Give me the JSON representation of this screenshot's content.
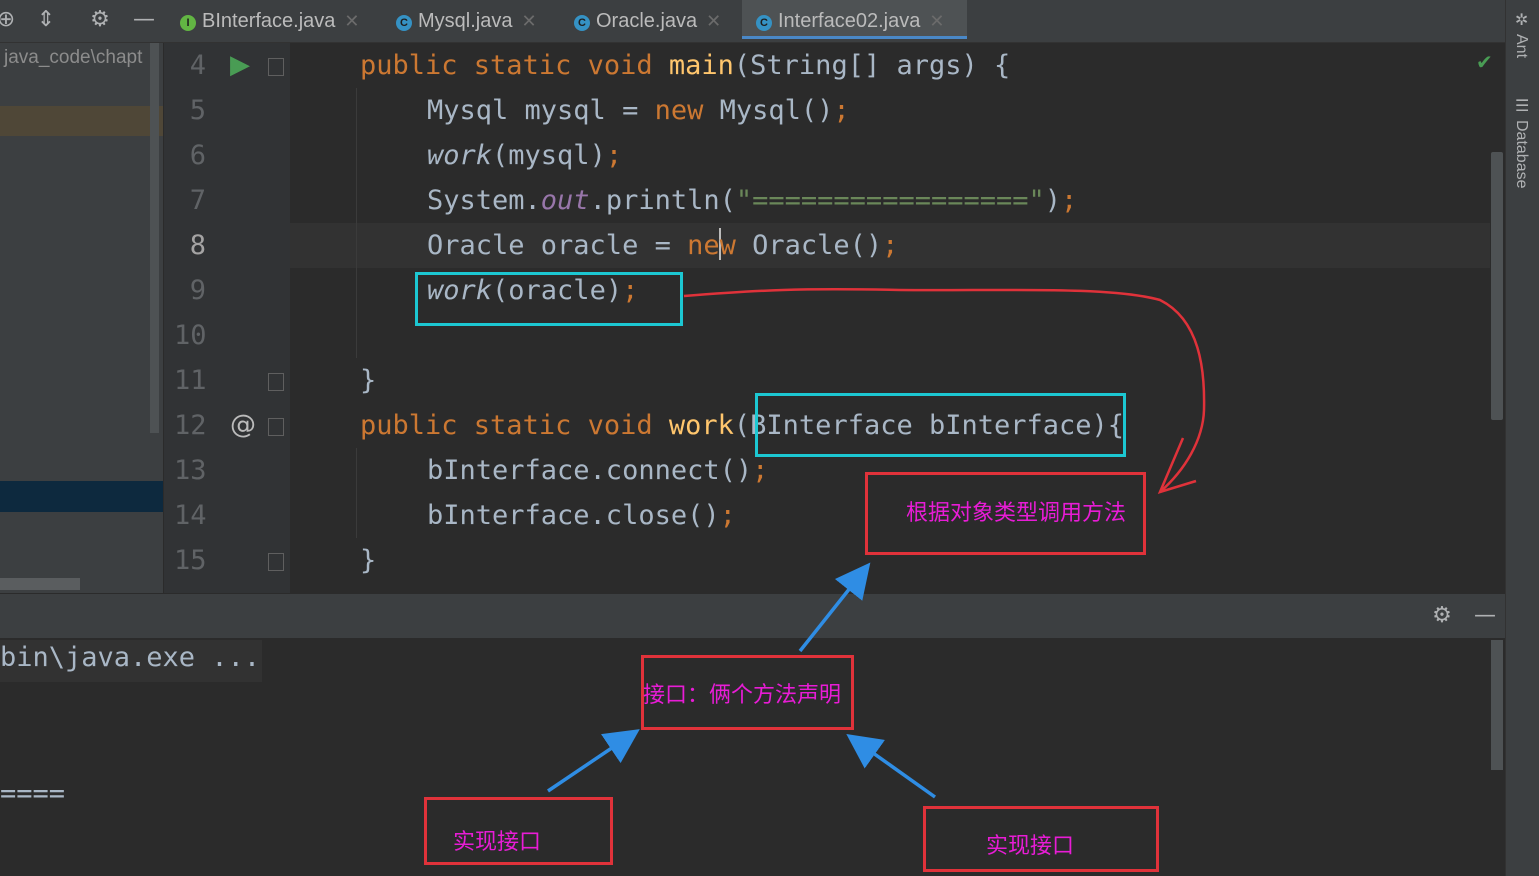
{
  "toolbar": {
    "icons": [
      "plus-circle-icon",
      "collapse-icon",
      "gear-icon",
      "minimize-icon"
    ]
  },
  "tabs": [
    {
      "label": "BInterface.java",
      "icon": "I",
      "icon_color": "#62b543",
      "active": false
    },
    {
      "label": "Mysql.java",
      "icon": "C",
      "icon_color": "#3592c4",
      "active": false
    },
    {
      "label": "Oracle.java",
      "icon": "C",
      "icon_color": "#3592c4",
      "active": false
    },
    {
      "label": "Interface02.java",
      "icon": "C",
      "icon_color": "#3592c4",
      "active": true
    }
  ],
  "project": {
    "path": "java_code\\chapt"
  },
  "gutter": {
    "line_numbers": [
      "4",
      "5",
      "6",
      "7",
      "8",
      "9",
      "10",
      "11",
      "12",
      "13",
      "14",
      "15"
    ],
    "run_marker": "▶",
    "override_marker": "@"
  },
  "code": {
    "l4": {
      "kw1": "public ",
      "kw2": "static ",
      "kw3": "void ",
      "fn": "main",
      "rest": "(String[] args) {"
    },
    "l5": {
      "a": "Mysql mysql = ",
      "kw": "new ",
      "b": "Mysql()",
      "semi": ";"
    },
    "l6": {
      "call": "work",
      "args": "(mysql)",
      "semi": ";"
    },
    "l7": {
      "a": "System.",
      "field": "out",
      "b": ".println(",
      "str": "\"=================\"",
      "c": ")",
      "semi": ";"
    },
    "l8": {
      "a": "Oracle oracle = ",
      "kw_a": "ne",
      "kw_b": "w ",
      "b": "Oracle()",
      "semi": ";"
    },
    "l9": {
      "call": "work",
      "args": "(oracle)",
      "semi": ";"
    },
    "l11": "}",
    "l12": {
      "kw1": "public ",
      "kw2": "static ",
      "kw3": "void ",
      "fn": "work",
      "rest": "(BInterface bInterface){"
    },
    "l13": {
      "a": "bInterface.connect()",
      "semi": ";"
    },
    "l14": {
      "a": "bInterface.close()",
      "semi": ";"
    },
    "l15": "}"
  },
  "run": {
    "header_icons": [
      "gear-icon",
      "minimize-icon"
    ],
    "console_lines": [
      "bin\\java.exe ...",
      "===="
    ]
  },
  "right_strip": {
    "ant": "Ant",
    "database": "Database"
  },
  "annotations": {
    "call_by_type": "根据对象类型调用方法",
    "interface_decl": "接口：俩个方法声明",
    "impl_left": "实现接口",
    "impl_right": "实现接口"
  },
  "colors": {
    "keyword": "#cc7832",
    "function": "#ffc66d",
    "string": "#6a8759",
    "annotation_text": "#e81cd6",
    "highlight_box": "#1cc7d2",
    "note_box": "#e0323a",
    "arrow_blue": "#2f8de4",
    "arrow_red": "#e0323a"
  }
}
